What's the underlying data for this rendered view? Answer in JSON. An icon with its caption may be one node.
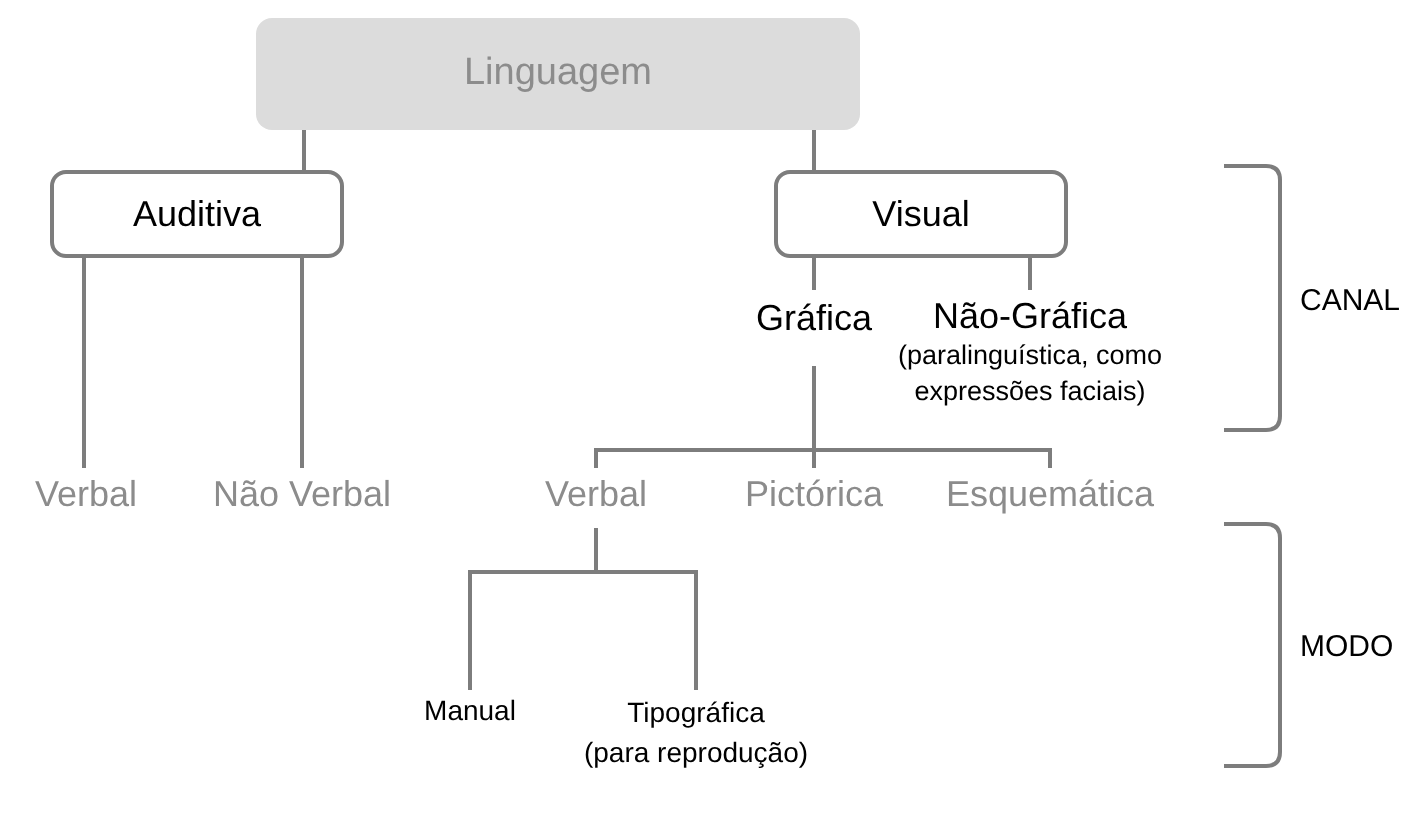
{
  "diagram": {
    "nodes": [
      {
        "text": [
          "Linguagem"
        ]
      },
      {
        "text": [
          "Auditiva"
        ]
      },
      {
        "text": [
          "Visual"
        ]
      },
      {
        "text": [
          "Gráfica"
        ]
      },
      {
        "text": [
          "Não-Gráfica",
          "(paralinguística, como expressões faciais)"
        ]
      },
      {
        "text": [
          "Verbal"
        ]
      },
      {
        "text": [
          "Não Verbal"
        ]
      },
      {
        "text": [
          "Verbal"
        ]
      },
      {
        "text": [
          "Pictórica"
        ]
      },
      {
        "text": [
          "Esquemática"
        ]
      },
      {
        "text": [
          "Manual"
        ]
      },
      {
        "text": [
          "Tipográfica",
          "(para reprodução)"
        ]
      }
    ],
    "edges": [
      {
        "from": 0,
        "to": 1,
        "arrow": "none"
      },
      {
        "from": 0,
        "to": 2,
        "arrow": "none"
      },
      {
        "from": 1,
        "to": 5,
        "arrow": "none"
      },
      {
        "from": 1,
        "to": 6,
        "arrow": "none"
      },
      {
        "from": 2,
        "to": 3,
        "arrow": "none"
      },
      {
        "from": 2,
        "to": 4,
        "arrow": "none"
      },
      {
        "from": 3,
        "to": 7,
        "arrow": "none"
      },
      {
        "from": 3,
        "to": 8,
        "arrow": "none"
      },
      {
        "from": 3,
        "to": 9,
        "arrow": "none"
      },
      {
        "from": 7,
        "to": 10,
        "arrow": "none"
      },
      {
        "from": 7,
        "to": 11,
        "arrow": "none"
      }
    ],
    "labels": [
      "CANAL",
      "MODO"
    ]
  }
}
